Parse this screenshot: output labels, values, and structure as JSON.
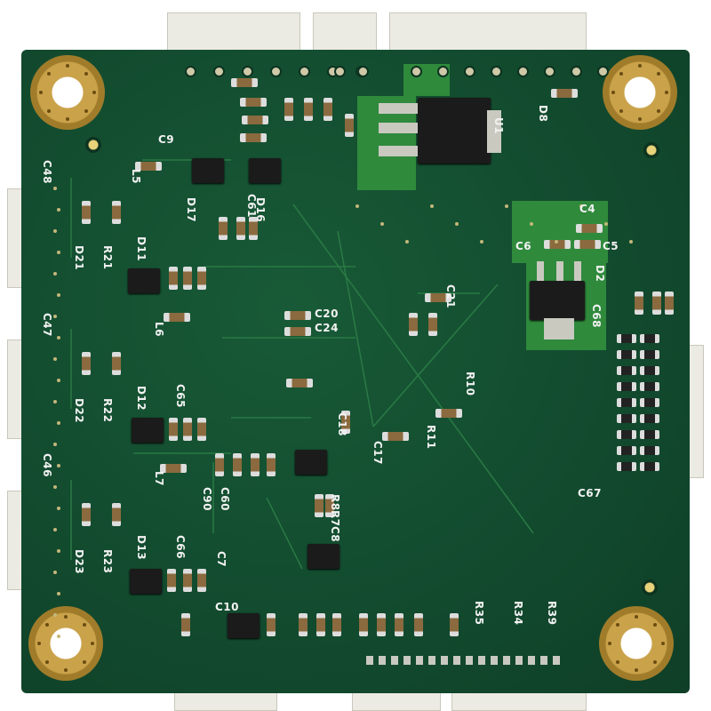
{
  "board": {
    "color": "#124a2e",
    "labels": [
      "U1",
      "C4",
      "C5",
      "C6",
      "D2",
      "R10",
      "R11",
      "C21",
      "C20",
      "C24",
      "C17",
      "C18",
      "L5",
      "L6",
      "L7",
      "D17",
      "D16",
      "C46",
      "C47",
      "C48",
      "R35",
      "R34",
      "R39",
      "D8",
      "R8",
      "R7",
      "C8",
      "C9",
      "C67",
      "C68",
      "C90",
      "D11",
      "D12",
      "D13",
      "D21",
      "D22",
      "D23",
      "R21",
      "R22",
      "R23",
      "C60",
      "C61",
      "C65",
      "C66",
      "C10",
      "C7"
    ]
  }
}
